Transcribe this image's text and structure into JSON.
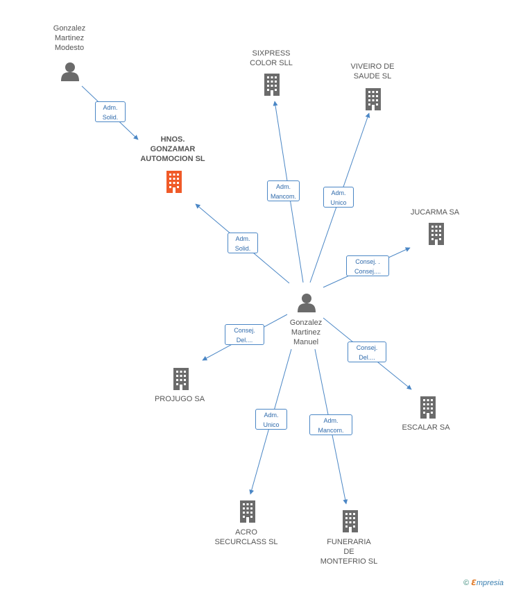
{
  "colors": {
    "edge": "#4a86c5",
    "node_gray": "#6b6b6b",
    "node_highlight": "#f05a28"
  },
  "nodes": {
    "modesto": {
      "label": "Gonzalez\nMartinez\nModesto",
      "icon": "person-icon"
    },
    "hnos": {
      "label": "HNOS.\nGONZAMAR\nAUTOMOCION SL",
      "icon": "building-icon"
    },
    "sixpress": {
      "label": "SIXPRESS\nCOLOR SLL",
      "icon": "building-icon"
    },
    "viveiro": {
      "label": "VIVEIRO DE\nSAUDE SL",
      "icon": "building-icon"
    },
    "jucarma": {
      "label": "JUCARMA SA",
      "icon": "building-icon"
    },
    "manuel": {
      "label": "Gonzalez\nMartinez\nManuel",
      "icon": "person-icon"
    },
    "projugo": {
      "label": "PROJUGO SA",
      "icon": "building-icon"
    },
    "escalar": {
      "label": "ESCALAR SA",
      "icon": "building-icon"
    },
    "acro": {
      "label": "ACRO\nSECURCLASS SL",
      "icon": "building-icon"
    },
    "funeraria": {
      "label": "FUNERARIA\nDE\nMONTEFRIO  SL",
      "icon": "building-icon"
    }
  },
  "edges": {
    "modesto_hnos": "Adm.\nSolid.",
    "manuel_hnos": "Adm.\nSolid.",
    "manuel_sixpress": "Adm.\nMancom.",
    "manuel_viveiro": "Adm.\nUnico",
    "manuel_jucarma": "Consej. .\nConsej....",
    "manuel_projugo": "Consej.\nDel....",
    "manuel_escalar": "Consej.\nDel....",
    "manuel_acro": "Adm.\nUnico",
    "manuel_funeraria": "Adm.\nMancom."
  },
  "footer": {
    "copyright": "©",
    "brand_first": "ℇ",
    "brand_rest": "mpresia"
  }
}
